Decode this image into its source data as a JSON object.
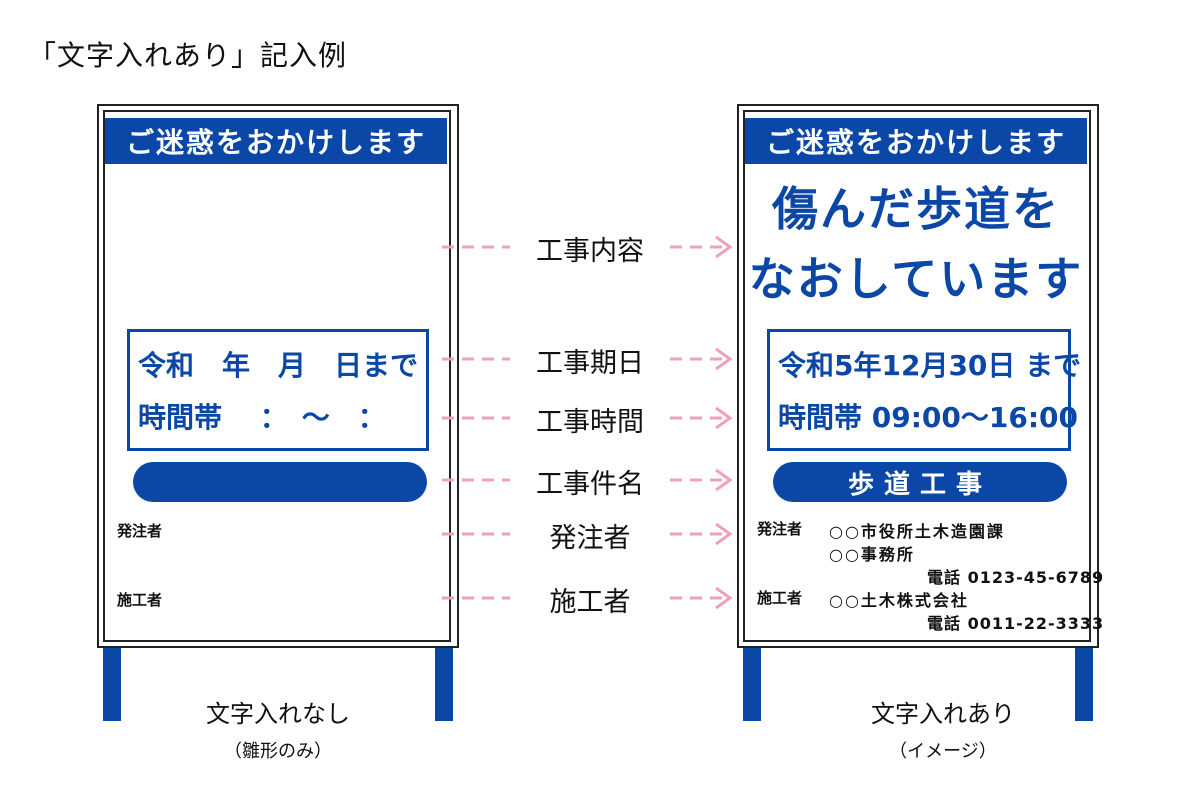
{
  "page_title": "「文字入れあり」記入例",
  "sign_header": "ご迷惑をおかけします",
  "left_board": {
    "date_line": "令和　年　月　日まで",
    "time_line": "時間帯　 ：　～　：",
    "orderer_label": "発注者",
    "builder_label": "施工者",
    "caption_main": "文字入れなし",
    "caption_sub": "（雛形のみ）"
  },
  "right_board": {
    "content_line1": "傷んだ歩道を",
    "content_line2": "なおしています",
    "date_line": "令和5年12月30日 まで",
    "time_line": "時間帯 09:00～16:00",
    "work_name": "歩道工事",
    "orderer_label": "発注者",
    "orderer_line1": "○○市役所土木造園課",
    "orderer_line2": "○○事務所",
    "orderer_phone": "電話 0123-45-6789",
    "builder_label": "施工者",
    "builder_line1": "○○土木株式会社",
    "builder_phone": "電話 0011-22-3333",
    "caption_main": "文字入れあり",
    "caption_sub": "（イメージ）"
  },
  "connectors": [
    "工事内容",
    "工事期日",
    "工事時間",
    "工事件名",
    "発注者",
    "施工者"
  ],
  "colors": {
    "sign_blue": "#0a47a7",
    "arrow_pink": "#f0a0b8"
  }
}
